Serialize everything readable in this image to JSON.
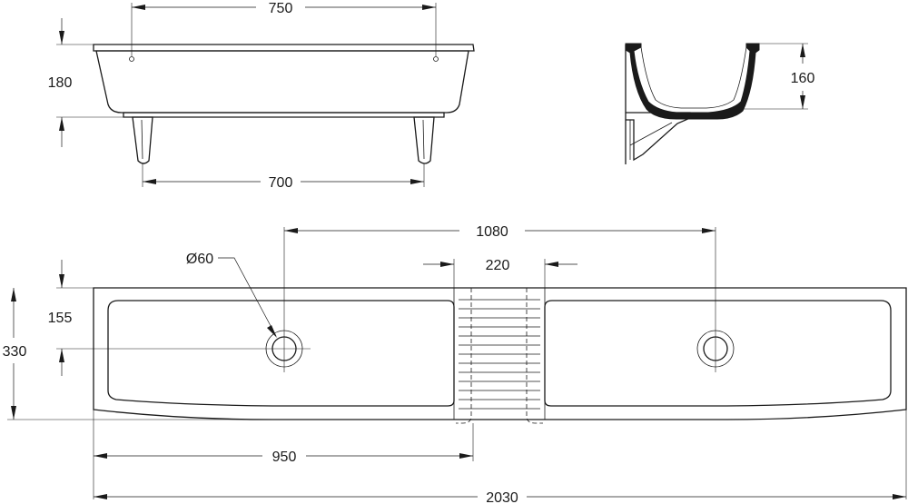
{
  "dimensions": {
    "top_width": "750",
    "height": "180",
    "leg_spacing": "700",
    "section_depth": "160",
    "drain_spacing": "1080",
    "drainboard_width": "220",
    "waste_diameter": "Ø60",
    "waste_offset": "155",
    "depth": "330",
    "bowl_width": "950",
    "overall_length": "2030"
  },
  "colors": {
    "line": "#1a1a1a",
    "background": "#ffffff"
  }
}
